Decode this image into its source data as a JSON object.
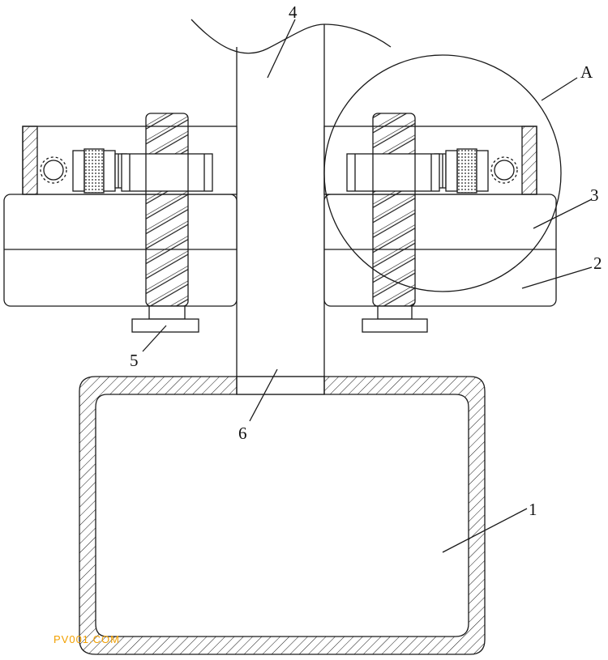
{
  "figure": {
    "labels": {
      "part_1": "1",
      "part_2": "2",
      "part_3": "3",
      "part_4": "4",
      "part_5": "5",
      "part_6": "6",
      "detail_A": "A"
    },
    "watermark": "PV001.COM",
    "colors": {
      "line": "#1a1a1a",
      "background": "#ffffff",
      "watermark": "#f2a000"
    }
  }
}
